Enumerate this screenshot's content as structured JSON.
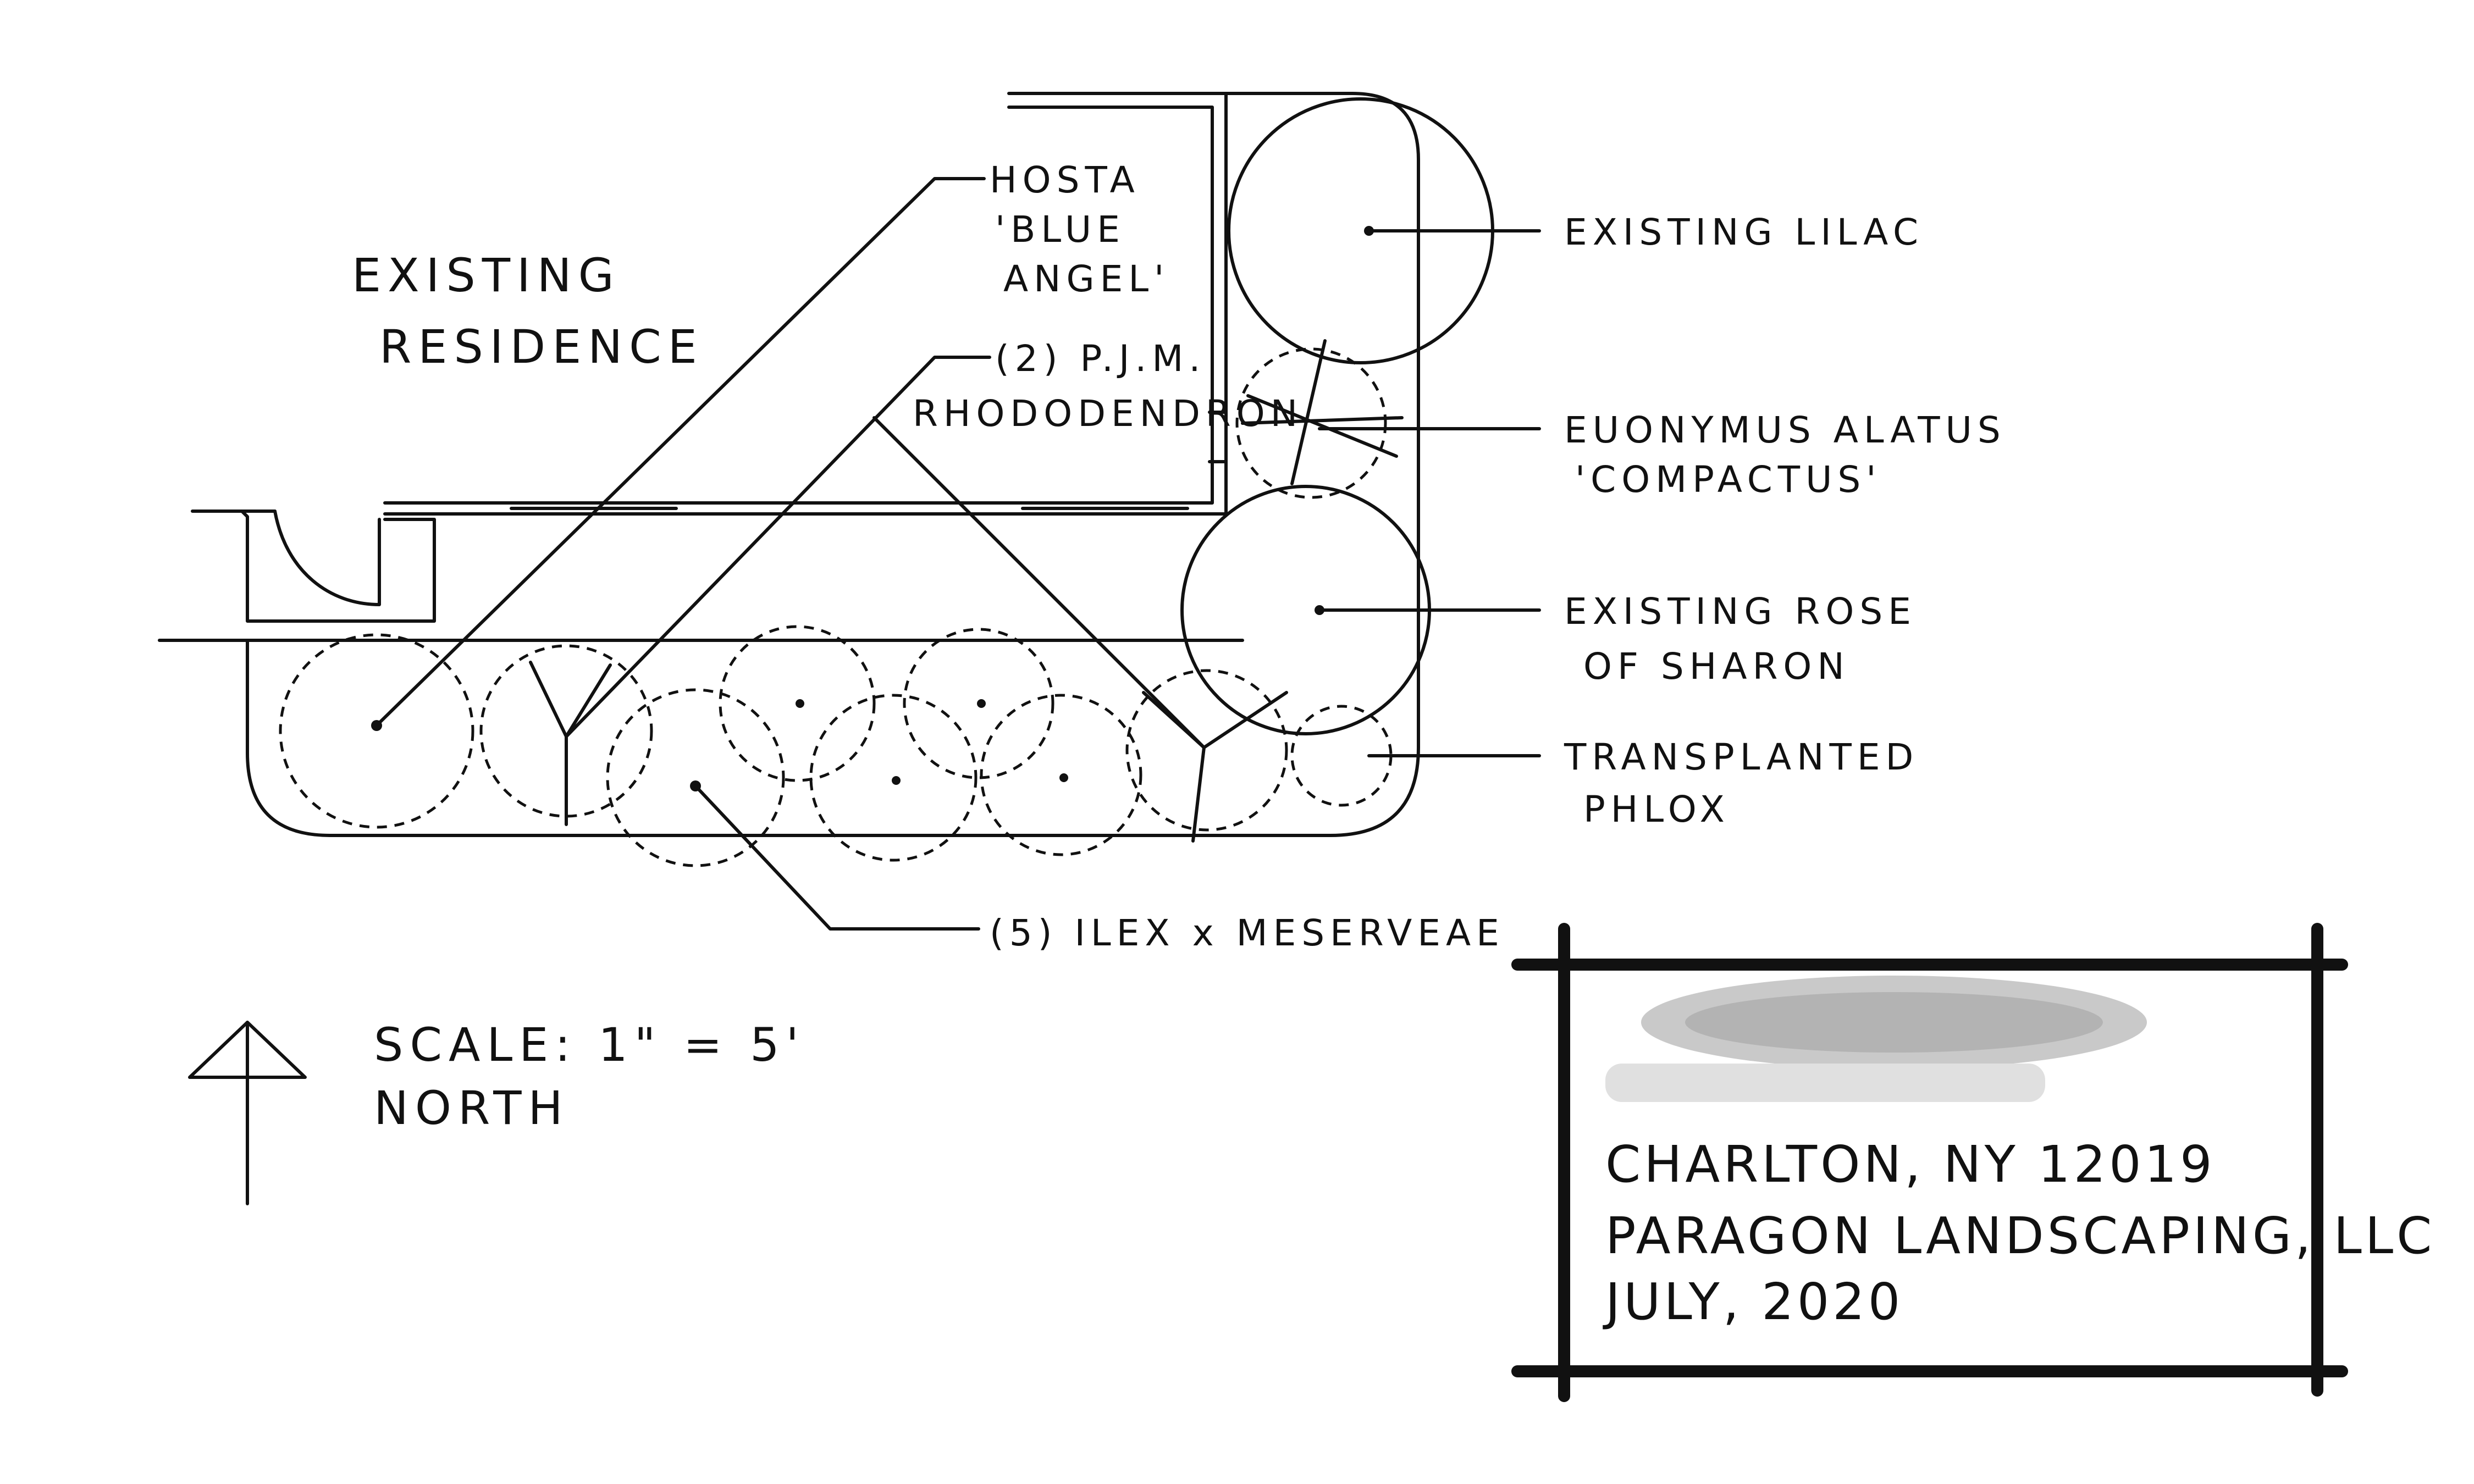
{
  "labels": {
    "existing_residence_line1": "EXISTING",
    "existing_residence_line2": "RESIDENCE",
    "hosta_line1": "HOSTA",
    "hosta_line2": "'BLUE",
    "hosta_line3": "ANGEL'",
    "rhodo_line1": "(2) P.J.M.",
    "rhodo_line2": "RHODODENDRON",
    "lilac": "EXISTING LILAC",
    "euonymus_line1": "EUONYMUS ALATUS",
    "euonymus_line2": "'COMPACTUS'",
    "rose_line1": "EXISTING ROSE",
    "rose_line2": "OF SHARON",
    "phlox_line1": "TRANSPLANTED",
    "phlox_line2": "PHLOX",
    "ilex": "(5) ILEX x MESERVEAE",
    "scale": "SCALE: 1\" = 5'",
    "north": "NORTH"
  },
  "title_block": {
    "city": "CHARLTON, NY 12019",
    "company": "PARAGON LANDSCAPING, LLC",
    "date": "JULY, 2020"
  }
}
